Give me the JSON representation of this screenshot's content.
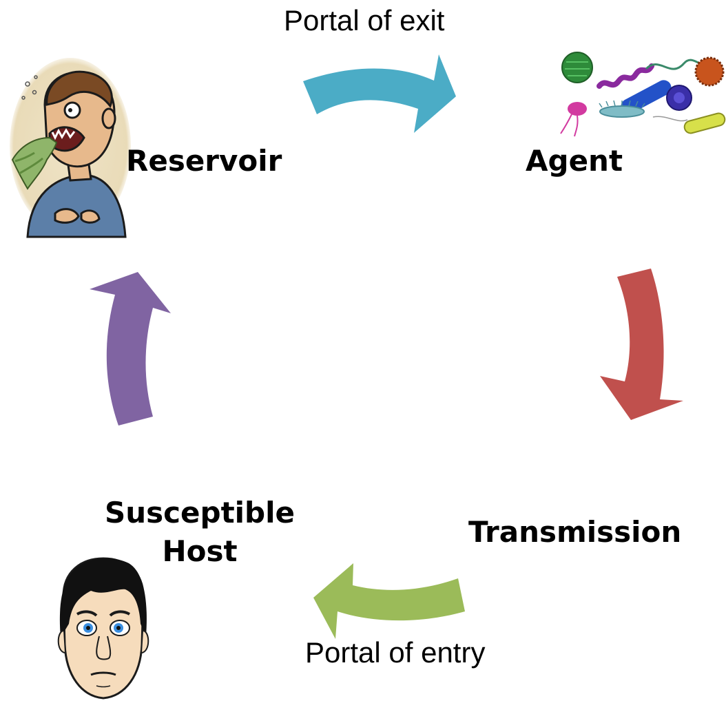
{
  "labels": {
    "portal_of_exit": "Portal of exit",
    "portal_of_entry": "Portal of entry",
    "reservoir": "Reservoir",
    "agent": "Agent",
    "transmission": "Transmission",
    "susceptible_host_line1": "Susceptible",
    "susceptible_host_line2": "Host"
  },
  "colors": {
    "arrow_top": "#4bacc6",
    "arrow_right": "#c0504d",
    "arrow_bottom": "#9bbb59",
    "arrow_left": "#8064a2"
  },
  "icons": {
    "reservoir": "vomiting-man-illustration",
    "agent": "microbes-illustration",
    "host": "worried-man-face-illustration"
  }
}
